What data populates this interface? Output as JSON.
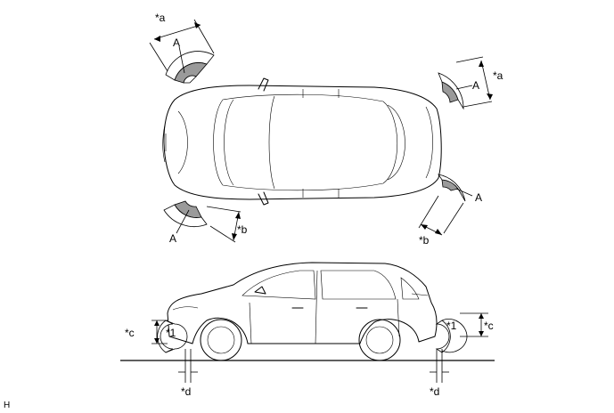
{
  "labels": {
    "a": "*a",
    "b": "*b",
    "c": "*c",
    "d": "*d",
    "one": "*1",
    "A": "A",
    "H": "H"
  }
}
